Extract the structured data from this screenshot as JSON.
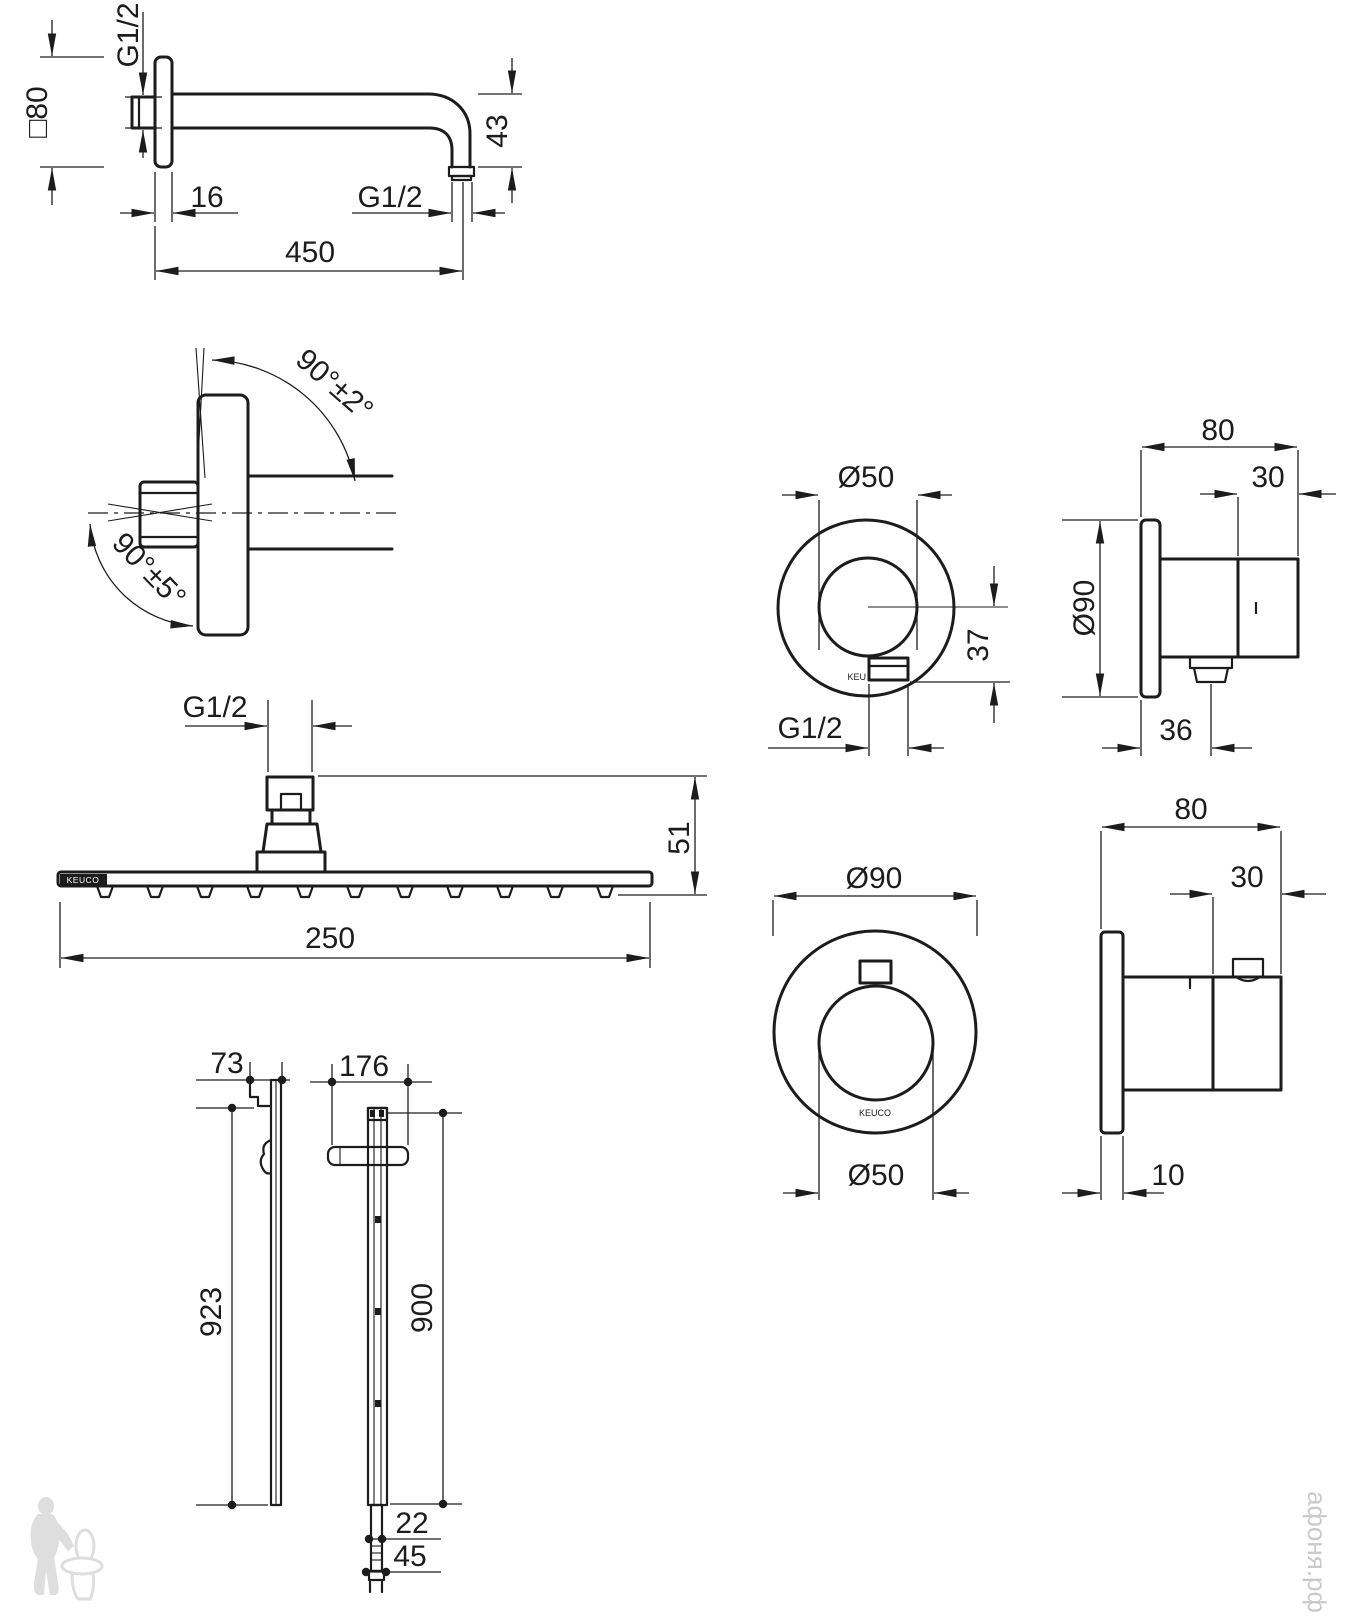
{
  "page": {
    "background": "#ffffff",
    "ink": "#1c1c1c",
    "watermark_color": "#c9c9c9"
  },
  "brand": {
    "name": "KEUCO",
    "head_badge": "KEUCO",
    "outlet_badge": "KEU",
    "thermostat_badge": "KEUCO"
  },
  "views": {
    "shower_arm": {
      "dims": {
        "thread_top": "G1/2",
        "flange_size": "□80",
        "flange_depth": "16",
        "projection": "450",
        "outlet_drop": "43",
        "outlet_thread": "G1/2"
      }
    },
    "mounting_angle": {
      "dims": {
        "upper_tolerance": "90°±2°",
        "lower_tolerance": "90°±5°"
      }
    },
    "head_shower": {
      "dims": {
        "thread": "G1/2",
        "height": "51",
        "diameter": "250"
      }
    },
    "wall_outlet_front": {
      "dims": {
        "knob_diameter": "Ø50",
        "outlet_offset": "37",
        "outlet_thread": "G1/2"
      }
    },
    "wall_outlet_side": {
      "dims": {
        "depth": "80",
        "handle_depth": "30",
        "plate_diameter": "Ø90",
        "outlet_distance": "36"
      }
    },
    "thermostat_front": {
      "dims": {
        "plate_diameter": "Ø90",
        "knob_diameter": "Ø50"
      }
    },
    "thermostat_side": {
      "dims": {
        "depth": "80",
        "knob_depth": "30",
        "plate_depth": "10"
      }
    },
    "rail_side": {
      "dims": {
        "wall_offset": "73",
        "total_height": "923"
      }
    },
    "rail_front": {
      "dims": {
        "mount_spacing": "176",
        "rail_height": "900",
        "lower_offset": "22",
        "end_offset": "45"
      }
    }
  },
  "watermarks": {
    "site_text": "афоня.рф",
    "logo": "plumber-with-toilet-logo"
  }
}
